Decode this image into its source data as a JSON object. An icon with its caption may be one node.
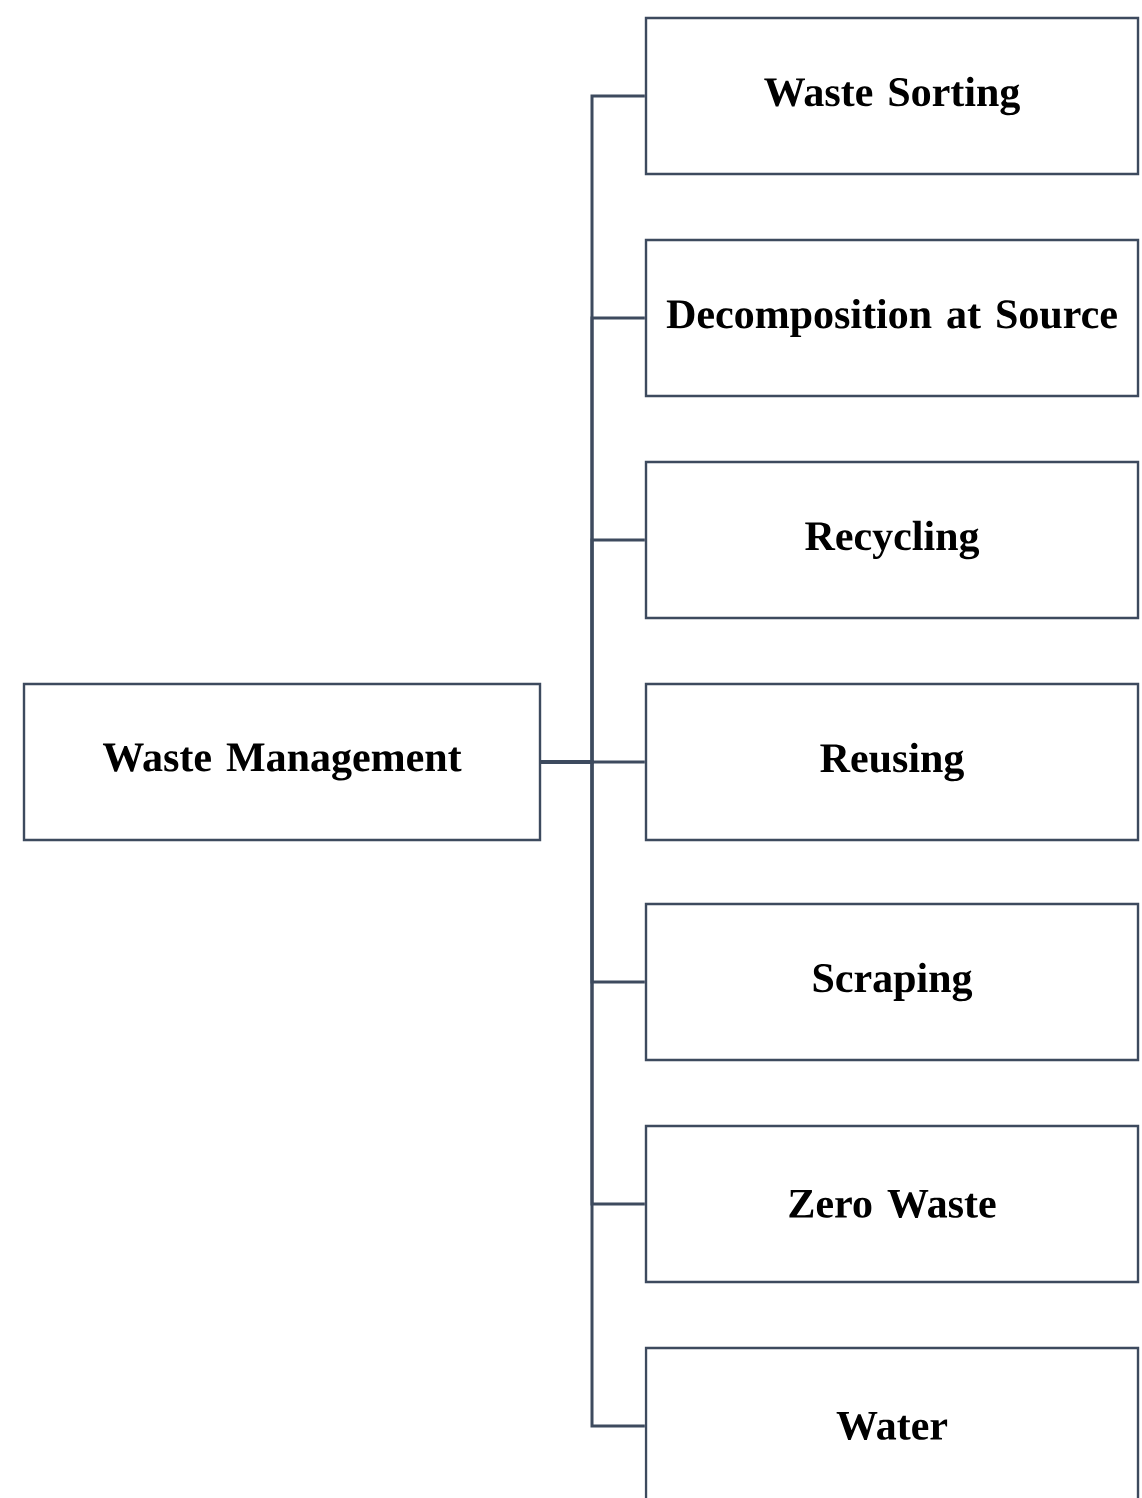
{
  "diagram": {
    "nodes": [
      {
        "text": [
          "Waste Management"
        ]
      },
      {
        "text": [
          "Waste Sorting"
        ]
      },
      {
        "text": [
          "Decomposition at Source"
        ]
      },
      {
        "text": [
          "Recycling"
        ]
      },
      {
        "text": [
          "Reusing"
        ]
      },
      {
        "text": [
          "Scraping"
        ]
      },
      {
        "text": [
          "Zero Waste"
        ]
      },
      {
        "text": [
          "Water"
        ]
      }
    ],
    "edges": [
      {
        "from": 0,
        "to": 1,
        "arrow": "none"
      },
      {
        "from": 0,
        "to": 2,
        "arrow": "none"
      },
      {
        "from": 0,
        "to": 3,
        "arrow": "none"
      },
      {
        "from": 0,
        "to": 4,
        "arrow": "none"
      },
      {
        "from": 0,
        "to": 5,
        "arrow": "none"
      },
      {
        "from": 0,
        "to": 6,
        "arrow": "none"
      },
      {
        "from": 0,
        "to": 7,
        "arrow": "none"
      }
    ]
  }
}
